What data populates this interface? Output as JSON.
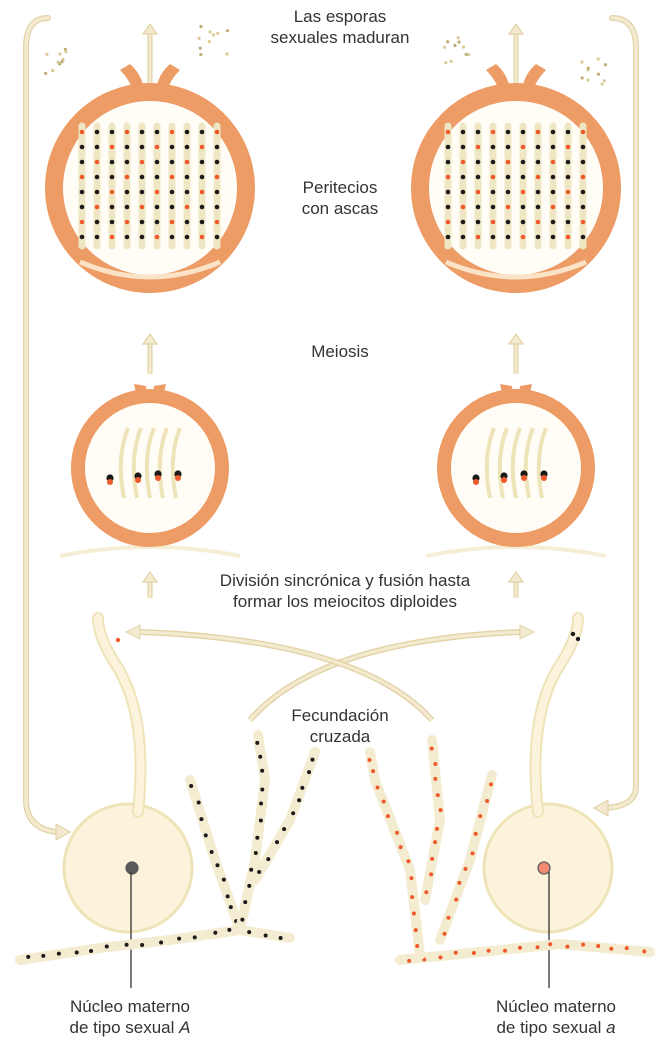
{
  "labels": {
    "top": [
      "Las esporas",
      "sexuales maduran"
    ],
    "peritecios": [
      "Peritecios",
      "con ascas"
    ],
    "meiosis": "Meiosis",
    "division": [
      "División sincrónica y fusión hasta",
      "formar los meiocitos diploides"
    ],
    "fecundacion": [
      "Fecundación",
      "cruzada"
    ],
    "nucleus_A": {
      "line1": "Núcleo materno",
      "line2_prefix": "de tipo sexual ",
      "letter": "A"
    },
    "nucleus_a": {
      "line1": "Núcleo materno",
      "line2_prefix": "de tipo sexual ",
      "letter": "a"
    }
  },
  "colors": {
    "wall": "#ee9c66",
    "wall_inner": "#fbe3c8",
    "pale": "#fbf3dc",
    "pale_stroke": "#efe3b8",
    "black_dot": "#1b1b1b",
    "red_dot": "#ee5a2c",
    "arrow": "#f3ead0",
    "arrow_stroke": "#e2d3a6"
  },
  "icons": [
    "upward-arrow-icon",
    "curved-arrow-icon",
    "crossing-arrow-icon"
  ]
}
